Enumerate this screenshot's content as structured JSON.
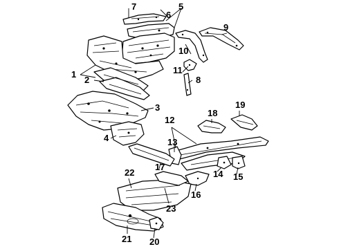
{
  "diagram": {
    "callouts": [
      "1",
      "2",
      "3",
      "4",
      "5",
      "6",
      "7",
      "8",
      "9",
      "10",
      "11",
      "12",
      "13",
      "14",
      "15",
      "16",
      "17",
      "18",
      "19",
      "20",
      "21",
      "22",
      "23"
    ]
  },
  "colors": {
    "line": "#000000",
    "background": "#ffffff"
  }
}
